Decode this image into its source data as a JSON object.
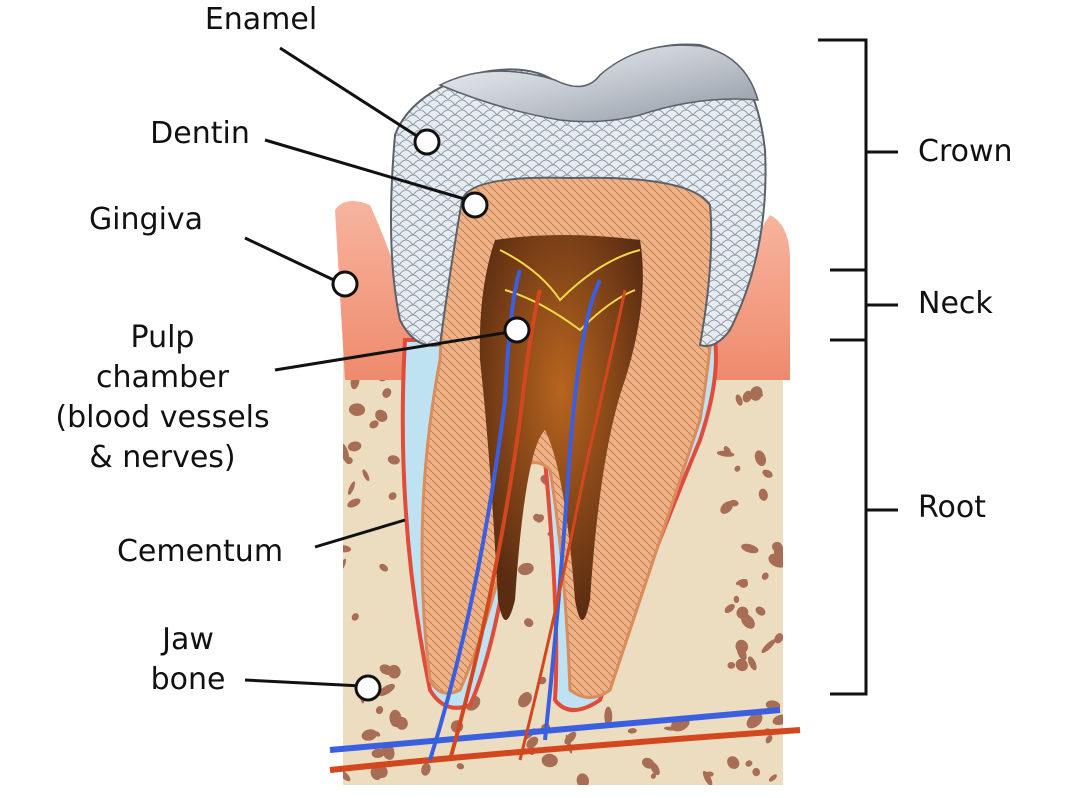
{
  "labels": {
    "enamel": "Enamel",
    "dentin": "Dentin",
    "gingiva": "Gingiva",
    "pulp": "Pulp\nchamber\n(blood vessels\n& nerves)",
    "cementum": "Cementum",
    "jaw_bone": "Jaw\nbone",
    "crown": "Crown",
    "neck": "Neck",
    "root": "Root"
  },
  "colors": {
    "enamel": "#dfe6ee",
    "dentin": "#e8a878",
    "gingiva": "#f2a18a",
    "pulp": "#8a4a22",
    "bone": "#ecdcc0",
    "bone_pores": "#a86d55",
    "vein": "#3a5fe0",
    "artery": "#e04a2a",
    "cementum": "#aed8ee",
    "bracket": "#111111"
  }
}
